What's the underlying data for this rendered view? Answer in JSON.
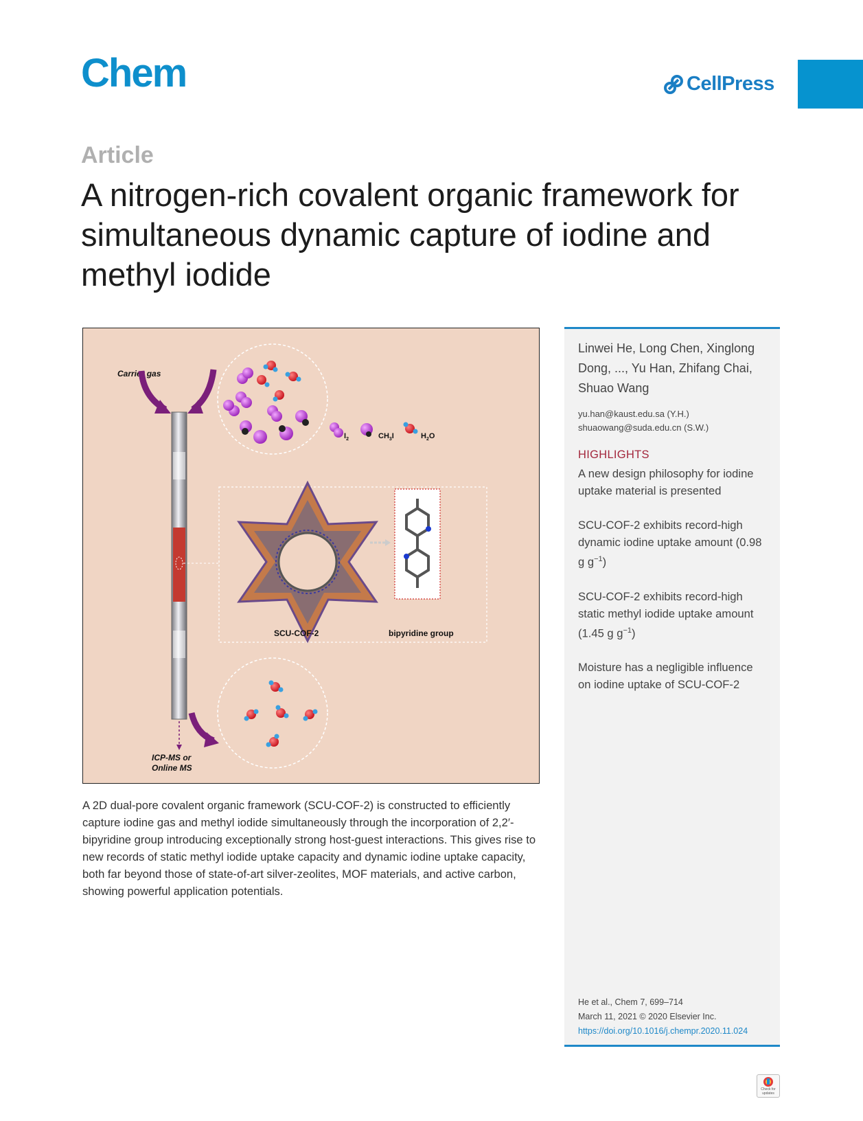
{
  "header": {
    "journal": "Chem",
    "publisher": "CellPress",
    "brand_color": "#0e8fcc"
  },
  "article": {
    "type": "Article",
    "title": "A nitrogen-rich covalent organic framework for simultaneous dynamic capture of iodine and methyl iodide"
  },
  "graphical_abstract": {
    "labels": {
      "carrier_gas": "Carrier gas",
      "i2": "I",
      "i2_sub": "2",
      "ch3i_pre": "CH",
      "ch3i_sub": "3",
      "ch3i_post": "I",
      "h2o_pre": "H",
      "h2o_sub": "2",
      "h2o_post": "O",
      "framework": "SCU-COF-2",
      "group": "bipyridine group",
      "detector_line1": "ICP-MS or",
      "detector_line2": "Online MS"
    },
    "colors": {
      "background": "#f0d5c4",
      "iodine": "#b43bd0",
      "oxygen": "#e0202a",
      "hydrogen": "#3aa0e0",
      "arrow": "#7a1f7a"
    }
  },
  "summary": "A 2D dual-pore covalent organic framework (SCU-COF-2) is constructed to efficiently capture iodine gas and methyl iodide simultaneously through the incorporation of 2,2′-bipyridine group introducing exceptionally strong host-guest interactions. This gives rise to new records of static methyl iodide uptake capacity and dynamic iodine uptake capacity, both far beyond those of state-of-art silver-zeolites, MOF materials, and active carbon, showing powerful application potentials.",
  "sidebar": {
    "authors": "Linwei He, Long Chen, Xinglong Dong, ..., Yu Han, Zhifang Chai, Shuao Wang",
    "emails": [
      "yu.han@kaust.edu.sa (Y.H.)",
      "shuaowang@suda.edu.cn (S.W.)"
    ],
    "highlights_heading": "HIGHLIGHTS",
    "highlights": [
      {
        "text": "A new design philosophy for iodine uptake material is presented"
      },
      {
        "text": "SCU-COF-2 exhibits record-high dynamic iodine uptake amount (0.98 g g",
        "sup": "−1",
        "tail": ")"
      },
      {
        "text": "SCU-COF-2 exhibits record-high static methyl iodide uptake amount (1.45 g g",
        "sup": "−1",
        "tail": ")"
      },
      {
        "text": "Moisture has a negligible influence on iodine uptake of SCU-COF-2"
      }
    ],
    "citation": {
      "ref": "He et al., Chem 7, 699–714",
      "date": "March 11, 2021 © 2020 Elsevier Inc.",
      "doi": "https://doi.org/10.1016/j.chempr.2020.11.024"
    }
  },
  "badge": {
    "line1": "Check for",
    "line2": "updates"
  }
}
